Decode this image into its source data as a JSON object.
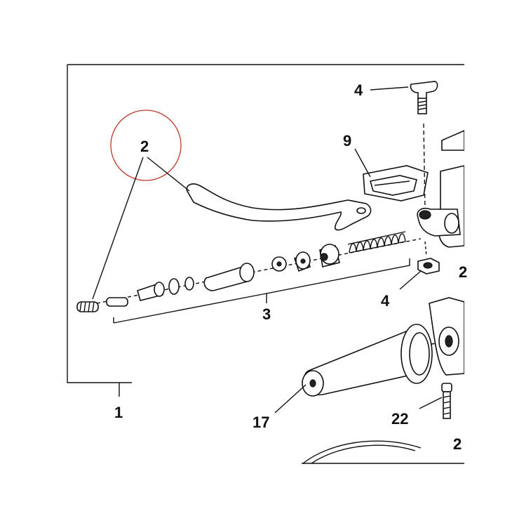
{
  "diagram": {
    "callouts": [
      "1",
      "2",
      "3",
      "4",
      "4",
      "9",
      "17",
      "22",
      "2",
      "2"
    ],
    "highlight_color": "#c0392b",
    "line_color": "#111111",
    "background": "#ffffff"
  }
}
